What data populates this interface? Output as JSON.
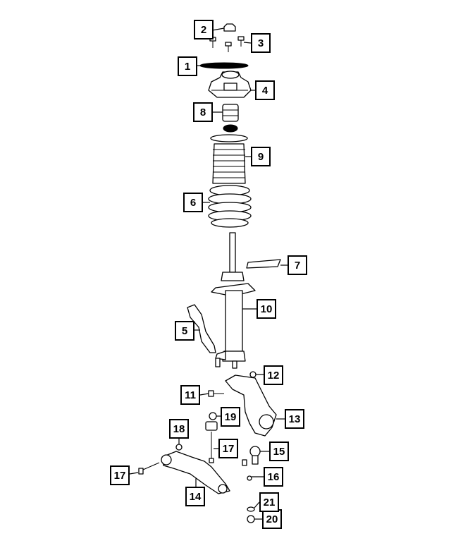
{
  "callouts": [
    {
      "id": "c1",
      "label": "1",
      "part": "Insulator"
    },
    {
      "id": "c2",
      "label": "2",
      "part": "Nut"
    },
    {
      "id": "c3",
      "label": "3",
      "part": "Bolt"
    },
    {
      "id": "c4",
      "label": "4",
      "part": "Strut mount"
    },
    {
      "id": "c5",
      "label": "5",
      "part": "Bracket"
    },
    {
      "id": "c6",
      "label": "6",
      "part": "Coil spring"
    },
    {
      "id": "c7",
      "label": "7",
      "part": "Spring isolator"
    },
    {
      "id": "c8",
      "label": "8",
      "part": "Jounce bumper"
    },
    {
      "id": "c9",
      "label": "9",
      "part": "Dust boot"
    },
    {
      "id": "c10",
      "label": "10",
      "part": "Strut"
    },
    {
      "id": "c11",
      "label": "11",
      "part": "Bolt"
    },
    {
      "id": "c12",
      "label": "12",
      "part": "Nut"
    },
    {
      "id": "c13",
      "label": "13",
      "part": "Knuckle"
    },
    {
      "id": "c14",
      "label": "14",
      "part": "Lower control arm"
    },
    {
      "id": "c15",
      "label": "15",
      "part": "Ball joint"
    },
    {
      "id": "c16",
      "label": "16",
      "part": "Bolt"
    },
    {
      "id": "c17a",
      "label": "17",
      "part": "Bolt"
    },
    {
      "id": "c17b",
      "label": "17",
      "part": "Bolt"
    },
    {
      "id": "c18",
      "label": "18",
      "part": "Nut"
    },
    {
      "id": "c19",
      "label": "19",
      "part": "Nut"
    },
    {
      "id": "c20",
      "label": "20",
      "part": "Nut"
    },
    {
      "id": "c21",
      "label": "21",
      "part": "Washer"
    }
  ]
}
